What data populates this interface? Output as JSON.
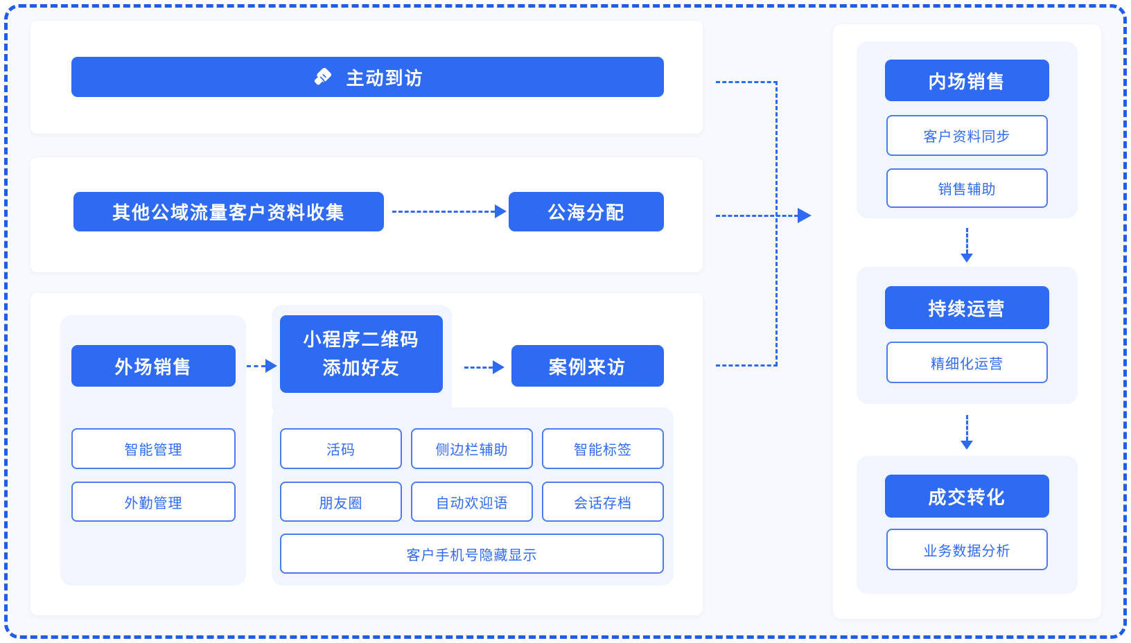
{
  "colors": {
    "accent": "#2F6BF2",
    "frame_dash": "#1F5DE8",
    "page_bg": "#F7F9FD",
    "subcard_bg": "#F1F5FD",
    "outline_border": "#4A7CEC",
    "card_bg": "#FFFFFF"
  },
  "top_row": {
    "label": "主动到访",
    "icon": "handshake-icon"
  },
  "collect_row": {
    "source_label": "其他公域流量客户资料收集",
    "target_label": "公海分配"
  },
  "field_row": {
    "group_title": "外场销售",
    "group_items": [
      "智能管理",
      "外勤管理"
    ],
    "qr_title_lines": [
      "小程序二维码",
      "添加好友"
    ],
    "qr_features": [
      "活码",
      "侧边栏辅助",
      "智能标签",
      "朋友圈",
      "自动欢迎语",
      "会话存档"
    ],
    "qr_feature_wide": "客户手机号隐藏显示",
    "case_label": "案例来访"
  },
  "right_flow": {
    "stages": [
      {
        "title": "内场销售",
        "items": [
          "客户资料同步",
          "销售辅助"
        ]
      },
      {
        "title": "持续运营",
        "items": [
          "精细化运营"
        ]
      },
      {
        "title": "成交转化",
        "items": [
          "业务数据分析"
        ]
      }
    ]
  }
}
